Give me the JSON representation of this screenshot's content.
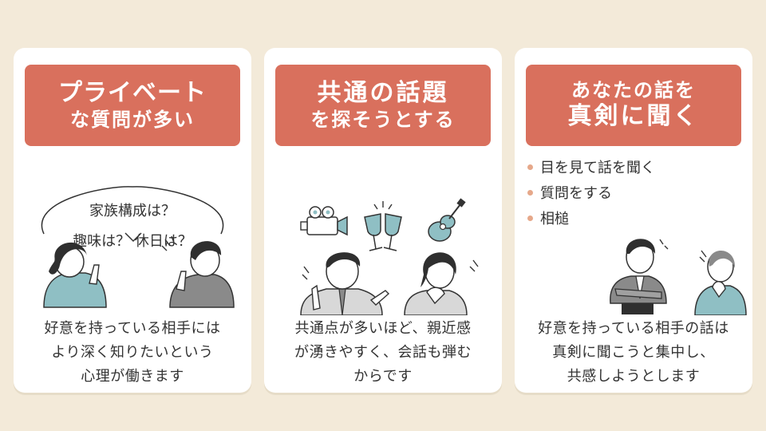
{
  "cards": [
    {
      "title_line1": "プライベート",
      "title_line2": "な質問が多い",
      "questions": [
        "家族構成は？",
        "趣味は？ 休日は？"
      ],
      "description": [
        "好意を持っている相手には",
        "より深く知りたいという",
        "心理が働きます"
      ]
    },
    {
      "title_line1": "共通の話題",
      "title_line2": "を探そうとする",
      "description": [
        "共通点が多いほど、親近感",
        "が湧きやすく、会話も弾む",
        "からです"
      ]
    },
    {
      "title_line1": "あなたの話を",
      "title_line2": "真剣に聞く",
      "bullets": [
        "目を見て話を聞く",
        "質問をする",
        "相槌"
      ],
      "description": [
        "好意を持っている相手の話は",
        "真剣に聞こうと集中し、",
        "共感しようとします"
      ]
    }
  ],
  "colors": {
    "background": "#f3ead9",
    "card": "#ffffff",
    "header": "#d9705d",
    "bullet": "#e6a88a",
    "text": "#333333"
  },
  "icons": [
    "video-camera-icon",
    "champagne-glasses-icon",
    "guitar-icon"
  ]
}
